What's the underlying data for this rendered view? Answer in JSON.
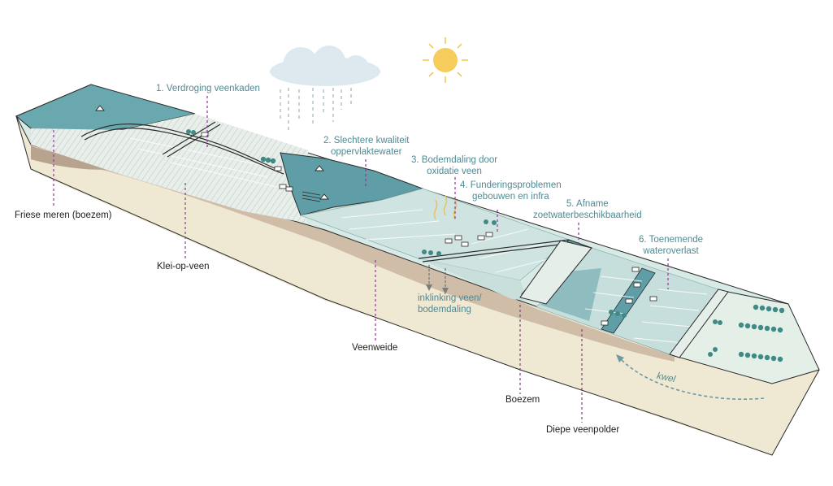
{
  "problems": [
    "1. Verdroging veenkaden",
    "2. Slechtere kwaliteit",
    "oppervlaktewater",
    "3. Bodemdaling door",
    "oxidatie veen",
    "4. Funderingsproblemen",
    "gebouwen en infra",
    "5. Afname",
    "zoetwaterbeschikbaarheid",
    "6. Toenemende",
    "wateroverlast"
  ],
  "process_labels": {
    "inklinking_line1": "inklinking veen/",
    "inklinking_line2": "bodemdaling",
    "kwel": "kwel"
  },
  "zones": {
    "friese_meren": "Friese meren (boezem)",
    "klei_op_veen": "Klei-op-veen",
    "veenweide": "Veenweide",
    "boezem": "Boezem",
    "diepe_veenpolder": "Diepe veenpolder"
  },
  "colors": {
    "label_teal": "#4f8a93",
    "leader_purple": "#8a3b8f",
    "water": "#5f9ea6",
    "meadow": "#d6e9e6",
    "sand": "#efe9d3",
    "peat": "#c9b9a4"
  },
  "icons": [
    "cloud-rain-icon",
    "sun-icon",
    "tree-icon",
    "house-icon",
    "boat-icon"
  ]
}
